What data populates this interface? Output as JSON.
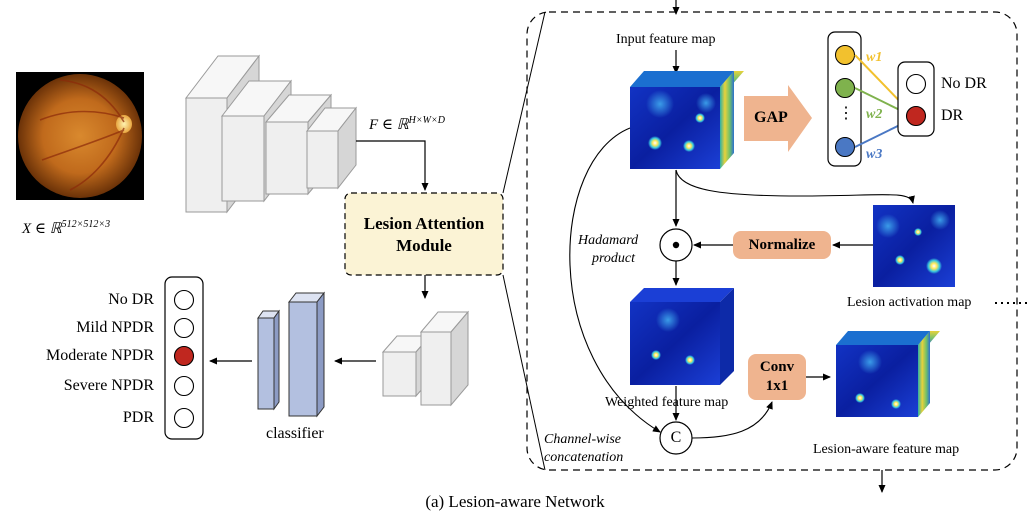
{
  "input": {
    "label": "X ∈ ℝ^{512×512×3}",
    "label_main": "X ∈ ℝ",
    "label_sup": "512×512×3"
  },
  "feature": {
    "label_main": "F ∈ ℝ",
    "label_sup": "H×W×D"
  },
  "lam": {
    "line1": "Lesion Attention",
    "line2": "Module"
  },
  "grades": [
    "No DR",
    "Mild NPDR",
    "Moderate NPDR",
    "Severe NPDR",
    "PDR"
  ],
  "grades_selected": "Moderate NPDR",
  "classifier_label": "classifier",
  "detail": {
    "input_feature_map": "Input feature map",
    "gap": "GAP",
    "weights": [
      "w1",
      "w2",
      "w3"
    ],
    "weight_colors": [
      "#f2c12e",
      "#7fb24d",
      "#4a78c4"
    ],
    "vdots": "⋮",
    "binary_outputs": [
      "No DR",
      "DR"
    ],
    "dr_color": "#c0271f",
    "hadamard_line1": "Hadamard",
    "hadamard_line2": "product",
    "hadamard_symbol": "⊙",
    "normalize": "Normalize",
    "lesion_activation_map": "Lesion activation map",
    "weighted_feature_map": "Weighted feature map",
    "conv_line1": "Conv",
    "conv_line2": "1x1",
    "concat_line1": "Channel-wise",
    "concat_line2": "concatenation",
    "concat_symbol": "C",
    "lesion_aware_feature_map": "Lesion-aware feature map"
  },
  "caption": "(a) Lesion-aware Network",
  "colors": {
    "orange_box": "#efb48f",
    "lam_fill": "#fbf3d5",
    "grade_bar": "#b3c0e0"
  }
}
